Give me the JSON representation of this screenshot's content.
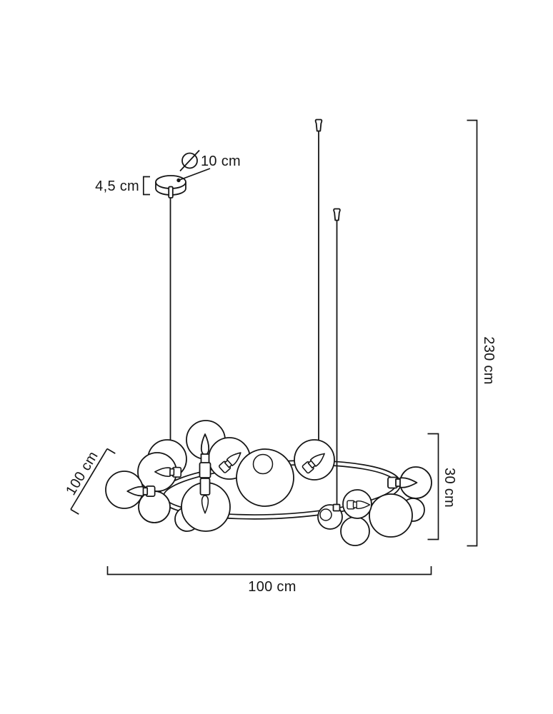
{
  "diagram": {
    "type": "product-dimension-drawing",
    "product": "ring chandelier with glass bubble shades",
    "colors": {
      "line": "#161616",
      "background": "#ffffff"
    },
    "canopy": {
      "diameter_label": "10 cm",
      "height_label": "4,5 cm"
    },
    "overall": {
      "total_height_label": "230 cm",
      "fixture_height_label": "30 cm",
      "width_label": "100 cm",
      "depth_label": "100 cm"
    }
  }
}
